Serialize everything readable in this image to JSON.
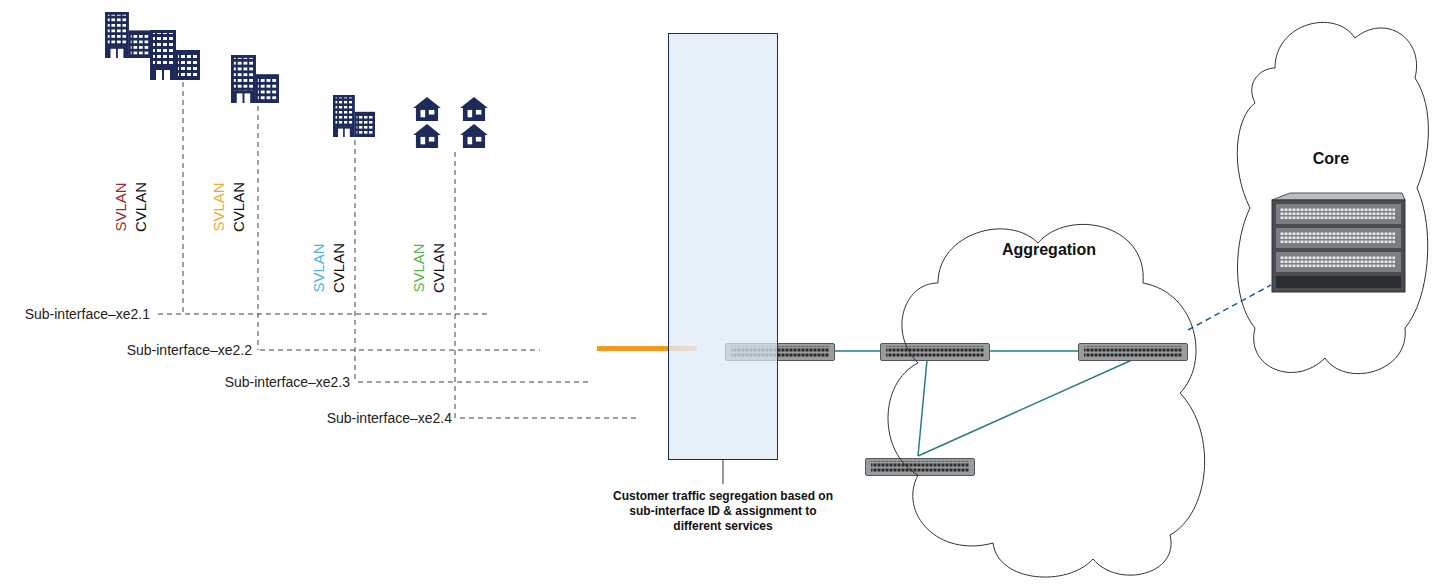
{
  "diagram": {
    "nodes": [
      {
        "text": [
          "Customer traffic segregation based on sub-interface ID & assignment to different services"
        ]
      },
      {
        "text": [
          "Aggregation"
        ]
      },
      {
        "text": [
          "Core"
        ]
      }
    ],
    "edges": [
      {
        "from": 1,
        "to": 2,
        "arrow": "none"
      }
    ],
    "labels": [
      "SVLAN",
      "CVLAN",
      "SVLAN",
      "CVLAN",
      "SVLAN",
      "CVLAN",
      "SVLAN",
      "CVLAN",
      "Sub-interface–xe2.1",
      "Sub-interface–xe2.2",
      "Sub-interface–xe2.3",
      "Sub-interface–xe2.4"
    ]
  }
}
